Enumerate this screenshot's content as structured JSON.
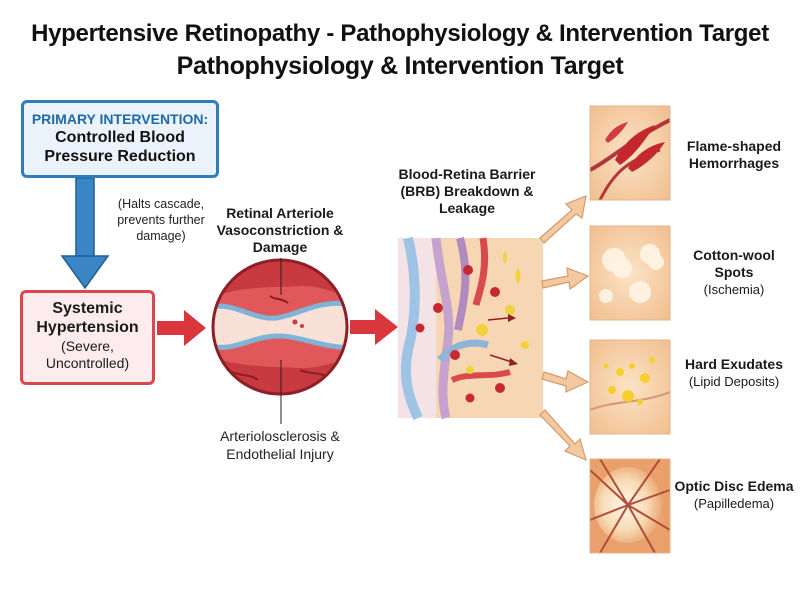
{
  "title_line1": "Hypertensive Retinopathy - Pathophysiology & Intervention Target",
  "title_line2": "Pathophysiology & Intervention Target",
  "intervention": {
    "heading": "PRIMARY INTERVENTION:",
    "body": "Controlled Blood Pressure Reduction",
    "note": "(Halts cascade, prevents further damage)"
  },
  "hypertension": {
    "title": "Systemic Hypertension",
    "subtitle": "(Severe, Uncontrolled)"
  },
  "arteriole": {
    "title": "Retinal Arteriole Vasoconstriction & Damage",
    "caption": "Arteriolosclerosis & Endothelial Injury"
  },
  "brb": {
    "title": "Blood-Retina Barrier (BRB) Breakdown & Leakage"
  },
  "findings": [
    {
      "name": "Flame-shaped Hemorrhages",
      "detail": ""
    },
    {
      "name": "Cotton-wool Spots",
      "detail": "(Ischemia)"
    },
    {
      "name": "Hard Exudates",
      "detail": "(Lipid Deposits)"
    },
    {
      "name": "Optic Disc Edema",
      "detail": "(Papilledema)"
    }
  ],
  "colors": {
    "intervention_blue": "#2f7db8",
    "hypertension_red": "#d9484f",
    "arrow_red": "#d9363e",
    "tissue_peach": "#f7d6b4",
    "outcome_arrow": "#f2c9a0"
  }
}
